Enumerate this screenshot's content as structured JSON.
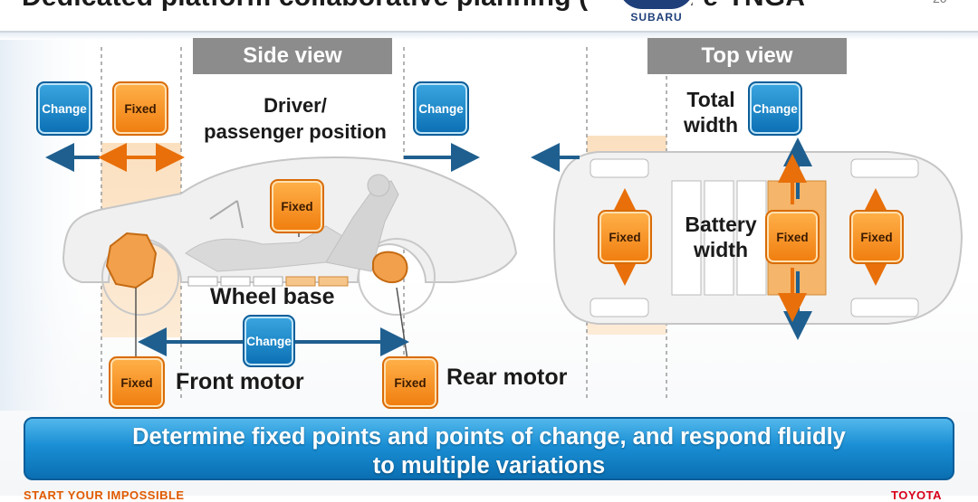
{
  "slide": {
    "title": "Dedicated platform collaborative planning (",
    "title_suffix": "): e-TNGA",
    "page_number": "20",
    "partner_logo_text": "SUBARU"
  },
  "side_view": {
    "header": "Side view",
    "labels": {
      "driver_position": "Driver/\npassenger position",
      "wheel_base": "Wheel base",
      "front_motor": "Front motor",
      "rear_motor": "Rear motor"
    },
    "tags": {
      "front_overhang": "Change",
      "front_motor_zone": "Fixed",
      "rear_overhang": "Change",
      "driver_position": "Fixed",
      "wheel_base": "Change",
      "front_motor": "Fixed",
      "rear_motor": "Fixed"
    }
  },
  "top_view": {
    "header": "Top view",
    "labels": {
      "total_width": "Total\nwidth",
      "battery_width": "Battery\nwidth"
    },
    "tags": {
      "total_width": "Change",
      "front_zone": "Fixed",
      "battery_zone": "Fixed",
      "rear_zone": "Fixed"
    }
  },
  "banner": {
    "line1": "Determine fixed points and points of change, and respond fluidly",
    "line2": "to multiple variations"
  },
  "footer": {
    "left": "START YOUR IMPOSSIBLE",
    "right": "TOYOTA"
  },
  "colors": {
    "change_blue": "#1a8ed4",
    "fixed_orange": "#f28c1c",
    "arrow_blue": "#1f5f8f",
    "arrow_orange": "#e86f0a",
    "zone_peach": "#fce3c4"
  }
}
